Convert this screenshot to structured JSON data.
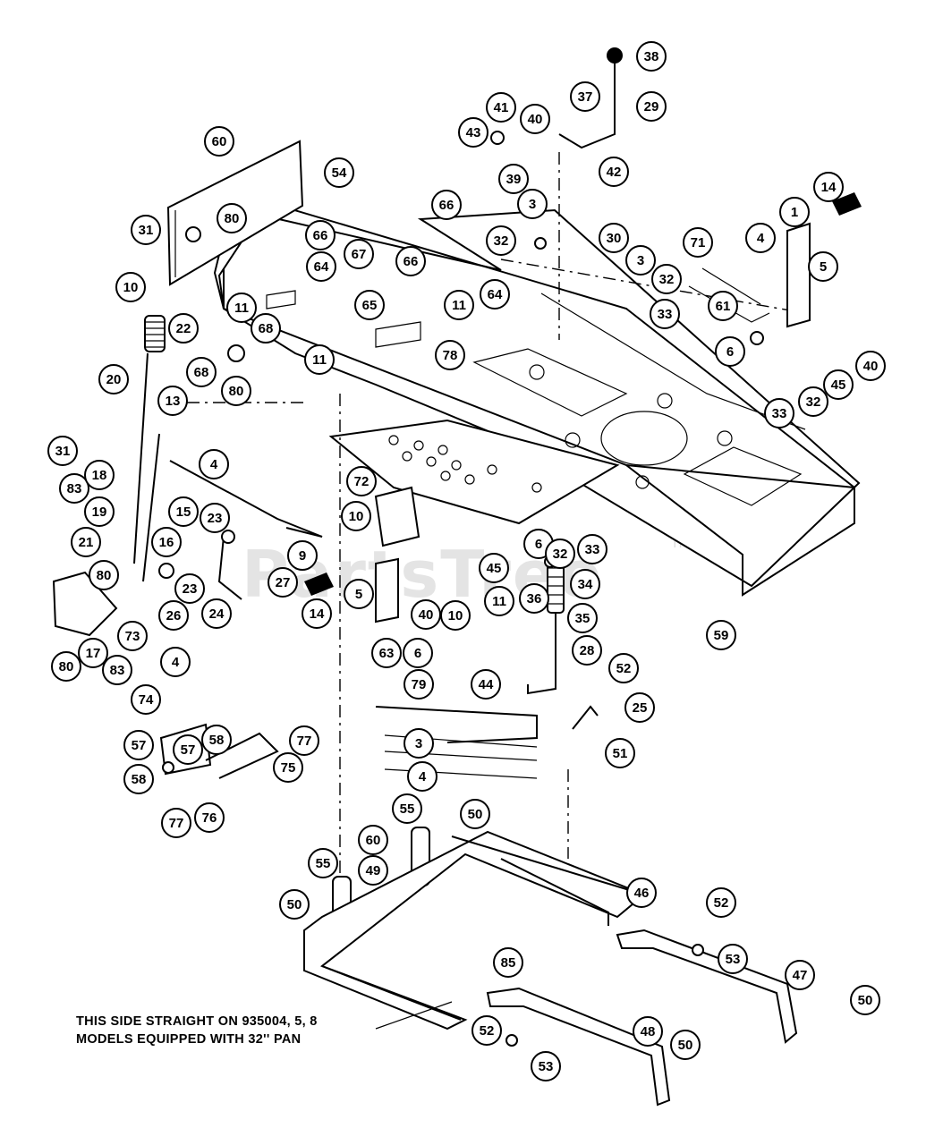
{
  "watermark": "PartsTree",
  "trademark": "TM",
  "note": {
    "line1": "THIS SIDE STRAIGHT ON 935004, 5, 8",
    "line2": "MODELS EQUIPPED WITH 32'' PAN"
  },
  "callouts": [
    "38",
    "37",
    "29",
    "41",
    "40",
    "43",
    "39",
    "42",
    "60",
    "54",
    "31",
    "80",
    "10",
    "66",
    "66",
    "3",
    "30",
    "32",
    "14",
    "1",
    "71",
    "4",
    "5",
    "66",
    "67",
    "64",
    "64",
    "11",
    "11",
    "65",
    "68",
    "3",
    "32",
    "33",
    "61",
    "6",
    "40",
    "22",
    "68",
    "80",
    "78",
    "11",
    "33",
    "32",
    "45",
    "20",
    "13",
    "4",
    "31",
    "72",
    "83",
    "18",
    "19",
    "15",
    "23",
    "16",
    "21",
    "9",
    "10",
    "6",
    "32",
    "33",
    "80",
    "23",
    "27",
    "14",
    "5",
    "45",
    "34",
    "40",
    "10",
    "11",
    "36",
    "35",
    "24",
    "17",
    "73",
    "26",
    "28",
    "59",
    "80",
    "83",
    "4",
    "63",
    "6",
    "79",
    "44",
    "52",
    "74",
    "77",
    "25",
    "57",
    "57",
    "58",
    "3",
    "4",
    "51",
    "58",
    "75",
    "77",
    "76",
    "55",
    "50",
    "60",
    "49",
    "55",
    "46",
    "50",
    "52",
    "85",
    "53",
    "47",
    "50",
    "48",
    "52",
    "53",
    "50"
  ]
}
